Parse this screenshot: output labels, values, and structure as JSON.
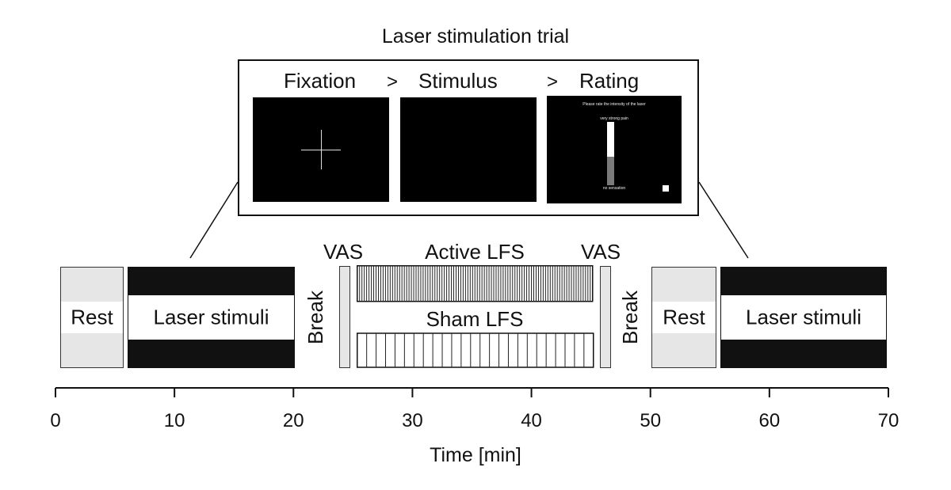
{
  "trial": {
    "title": "Laser stimulation trial",
    "steps": [
      "Fixation",
      "Stimulus",
      "Rating"
    ],
    "separator": ">",
    "rating_screen": {
      "prompt": "Please rate the intensity of the laser",
      "top_label": "very strong pain",
      "bottom_label": "no sensation",
      "level_fraction": 0.45
    }
  },
  "timeline": {
    "blocks": [
      {
        "kind": "rest",
        "label": "Rest",
        "start": 0.5,
        "end": 5.8
      },
      {
        "kind": "laser",
        "label": "Laser stimuli",
        "start": 6.2,
        "end": 20.0
      },
      {
        "kind": "break",
        "label": "Break"
      },
      {
        "kind": "vas",
        "label": "VAS"
      },
      {
        "kind": "lfs",
        "label": "Active LFS"
      },
      {
        "kind": "lfs",
        "label": "Sham LFS"
      },
      {
        "kind": "vas",
        "label": "VAS"
      },
      {
        "kind": "break",
        "label": "Break"
      },
      {
        "kind": "rest",
        "label": "Rest",
        "start": 50.0,
        "end": 55.5
      },
      {
        "kind": "laser",
        "label": "Laser stimuli",
        "start": 55.9,
        "end": 70.0
      }
    ]
  },
  "axis": {
    "label": "Time [min]",
    "min": 0,
    "max": 70,
    "ticks": [
      0,
      10,
      20,
      30,
      40,
      50,
      60,
      70
    ],
    "tick_labels": [
      "0",
      "10",
      "20",
      "30",
      "40",
      "50",
      "60",
      "70"
    ]
  }
}
